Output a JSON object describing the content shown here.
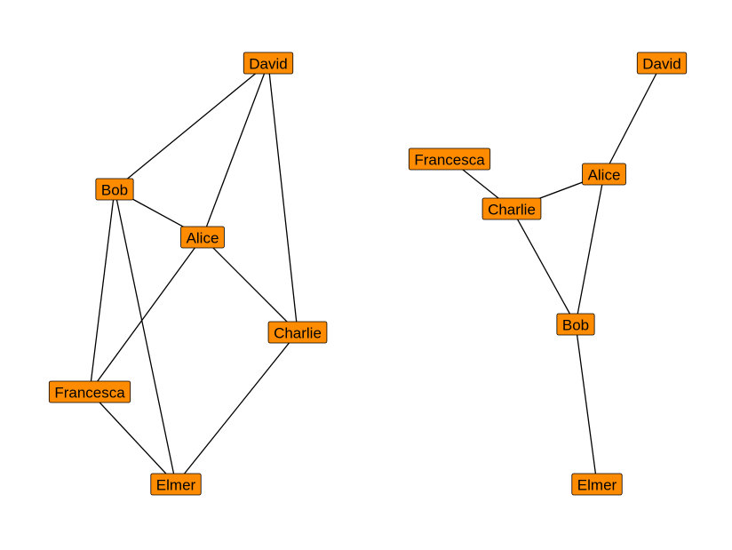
{
  "colors": {
    "node_fill": "#ff8c00",
    "edge": "#000000",
    "background": "#ffffff"
  },
  "graphs": [
    {
      "id": "left-graph",
      "nodes": [
        "David",
        "Bob",
        "Alice",
        "Charlie",
        "Francesca",
        "Elmer"
      ],
      "edges": [
        [
          "David",
          "Bob"
        ],
        [
          "David",
          "Alice"
        ],
        [
          "David",
          "Charlie"
        ],
        [
          "Bob",
          "Alice"
        ],
        [
          "Bob",
          "Francesca"
        ],
        [
          "Bob",
          "Elmer"
        ],
        [
          "Alice",
          "Francesca"
        ],
        [
          "Alice",
          "Charlie"
        ],
        [
          "Charlie",
          "Elmer"
        ],
        [
          "Francesca",
          "Elmer"
        ]
      ]
    },
    {
      "id": "right-graph",
      "nodes": [
        "David",
        "Francesca",
        "Alice",
        "Charlie",
        "Bob",
        "Elmer"
      ],
      "edges": [
        [
          "David",
          "Alice"
        ],
        [
          "Francesca",
          "Charlie"
        ],
        [
          "Charlie",
          "Alice"
        ],
        [
          "Charlie",
          "Bob"
        ],
        [
          "Alice",
          "Bob"
        ],
        [
          "Bob",
          "Elmer"
        ]
      ]
    }
  ]
}
